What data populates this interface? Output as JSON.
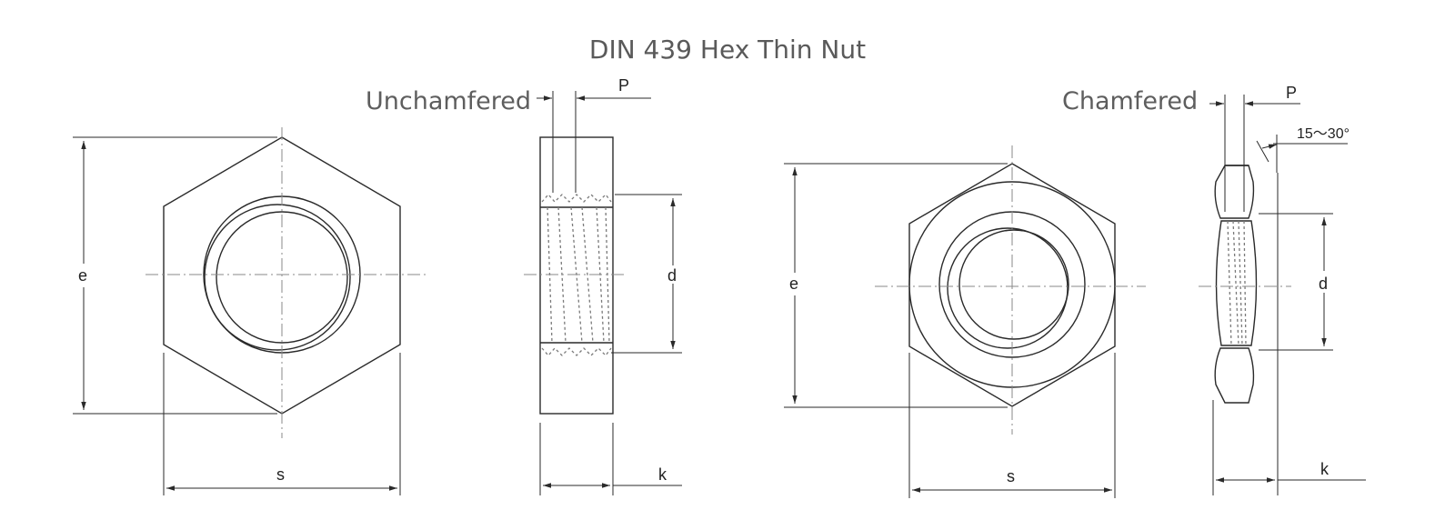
{
  "title": "DIN 439 Hex Thin Nut",
  "views": {
    "unchamfered": {
      "heading": "Unchamfered",
      "front_labels": {
        "e": "e",
        "s": "s"
      },
      "side_labels": {
        "P": "P",
        "d": "d",
        "k": "k"
      }
    },
    "chamfered": {
      "heading": "Chamfered",
      "front_labels": {
        "e": "e",
        "s": "s"
      },
      "side_labels": {
        "P": "P",
        "d": "d",
        "k": "k",
        "angle": "15～30°"
      }
    }
  },
  "colors": {
    "line": "#2a2a2a",
    "centerline": "#8a8a8a",
    "text": "#5a5a5a"
  }
}
